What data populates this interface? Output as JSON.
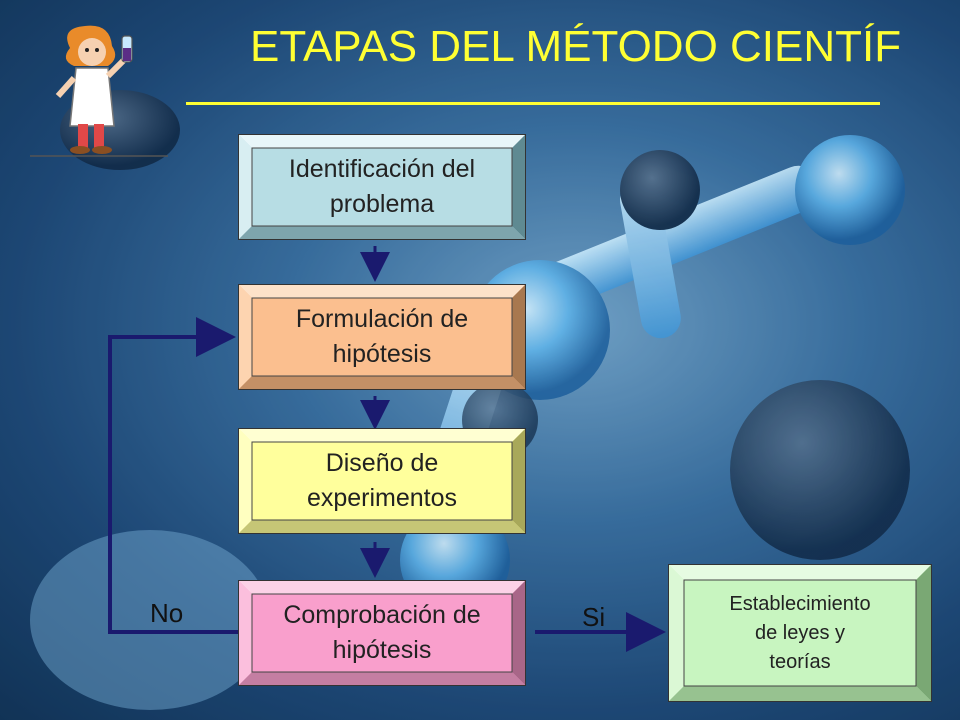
{
  "title": "ETAPAS DEL MÉTODO CIENTÍF",
  "colors": {
    "title": "#ffff33",
    "step1": "#b7dde4",
    "step2": "#fbbf8f",
    "step3": "#ffff9c",
    "step4": "#f99fcc",
    "result": "#c8f5c0",
    "arrow": "#1a1a6e"
  },
  "steps": [
    {
      "label": "Identificación del\nproblema"
    },
    {
      "label": "Formulación de\nhipótesis"
    },
    {
      "label": "Diseño de\nexperimentos"
    },
    {
      "label": "Comprobación de\nhipótesis"
    }
  ],
  "result": {
    "label": "Establecimiento\nde leyes y\nteorías"
  },
  "branch_no": "No",
  "branch_yes": "Si",
  "mascot_icon": "scientist-icon"
}
